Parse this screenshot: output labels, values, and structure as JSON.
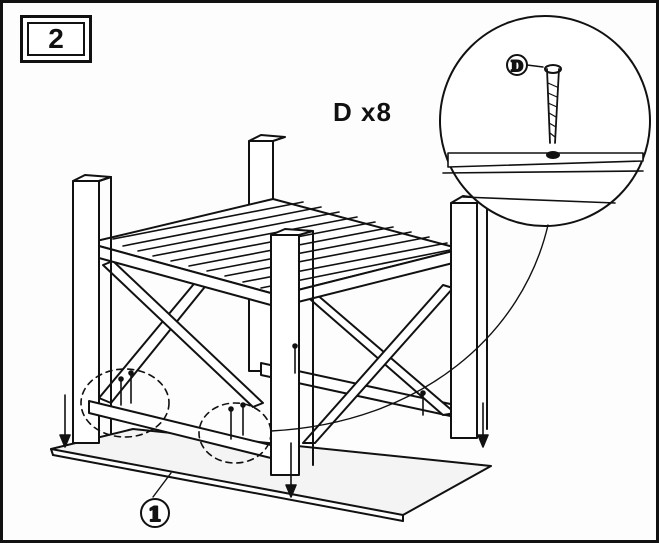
{
  "step": {
    "number": "2"
  },
  "hardware": {
    "quantity_text": "D x8",
    "callout_letter": "D"
  },
  "parts": {
    "base_board_label": "1"
  },
  "colors": {
    "ink": "#111111",
    "paper": "#ffffff"
  }
}
